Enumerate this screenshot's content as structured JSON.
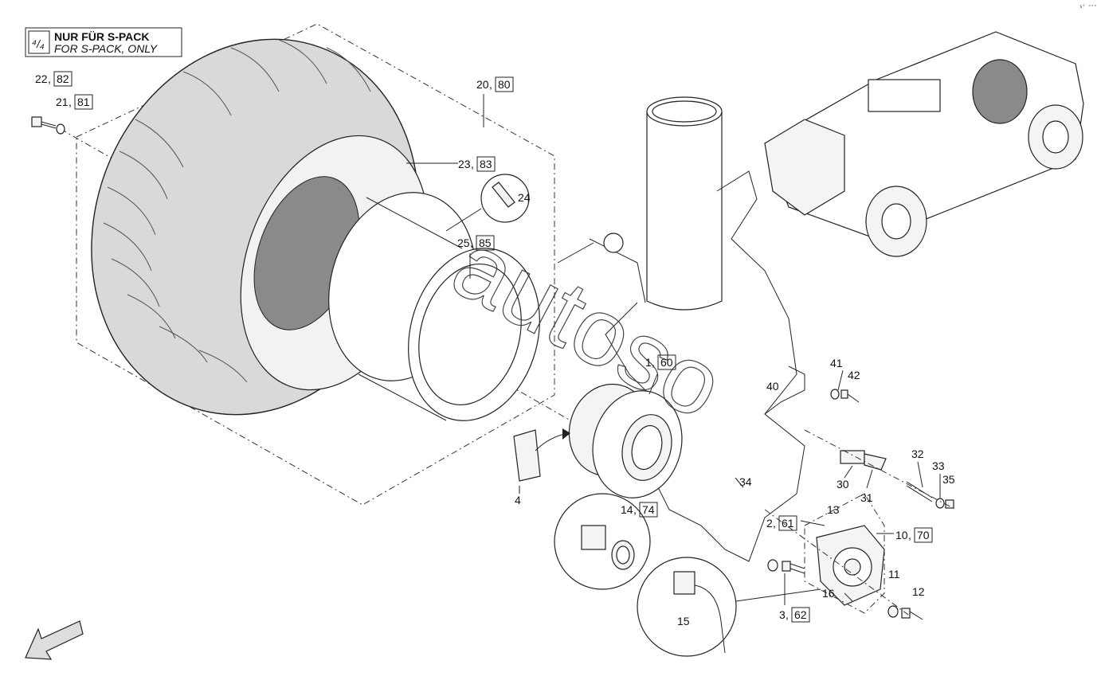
{
  "header": {
    "line1": "NUR FÜR  S-PACK",
    "line2": "FOR S-PACK, ONLY"
  },
  "corner_mark": "s⁰ ᵒᵒᵒ",
  "callouts": [
    {
      "id": "c22",
      "num": "22",
      "ref": "82"
    },
    {
      "id": "c21",
      "num": "21",
      "ref": "81"
    },
    {
      "id": "c20",
      "num": "20",
      "ref": "80"
    },
    {
      "id": "c23",
      "num": "23",
      "ref": "83"
    },
    {
      "id": "c24",
      "num": "24",
      "ref": ""
    },
    {
      "id": "c25",
      "num": "25",
      "ref": "85"
    },
    {
      "id": "c1",
      "num": "1",
      "ref": "60"
    },
    {
      "id": "c4",
      "num": "4",
      "ref": ""
    },
    {
      "id": "c14",
      "num": "14",
      "ref": "74"
    },
    {
      "id": "c2",
      "num": "2",
      "ref": "61"
    },
    {
      "id": "c3",
      "num": "3",
      "ref": "62"
    },
    {
      "id": "c13",
      "num": "13",
      "ref": ""
    },
    {
      "id": "c10",
      "num": "10",
      "ref": "70"
    },
    {
      "id": "c11",
      "num": "11",
      "ref": ""
    },
    {
      "id": "c12",
      "num": "12",
      "ref": ""
    },
    {
      "id": "c15",
      "num": "15",
      "ref": ""
    },
    {
      "id": "c16",
      "num": "16",
      "ref": ""
    },
    {
      "id": "c30",
      "num": "30",
      "ref": ""
    },
    {
      "id": "c31",
      "num": "31",
      "ref": ""
    },
    {
      "id": "c32",
      "num": "32",
      "ref": ""
    },
    {
      "id": "c33",
      "num": "33",
      "ref": ""
    },
    {
      "id": "c34",
      "num": "34",
      "ref": ""
    },
    {
      "id": "c35",
      "num": "35",
      "ref": ""
    },
    {
      "id": "c40",
      "num": "40",
      "ref": ""
    },
    {
      "id": "c41",
      "num": "41",
      "ref": ""
    },
    {
      "id": "c42",
      "num": "42",
      "ref": ""
    }
  ]
}
